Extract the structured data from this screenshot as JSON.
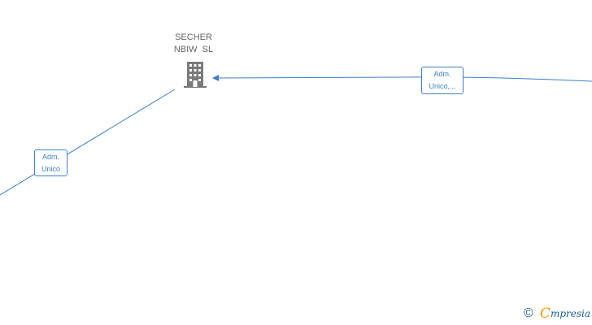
{
  "company": {
    "name": "SECHER\nNBIW  SL",
    "icon": "building-icon",
    "icon_color": "#7a7a7a"
  },
  "relations": [
    {
      "id": "left",
      "line1": "Adm.",
      "line2": "Unico"
    },
    {
      "id": "right",
      "line1": "Adm.",
      "line2": "Unico,..."
    }
  ],
  "colors": {
    "edge": "#3d7fc9",
    "label": "#666666",
    "brand": "#1a5e8a",
    "brand_accent": "#f29400"
  },
  "brand": {
    "copyright": "©",
    "initial": "C",
    "rest": "mpresia"
  }
}
